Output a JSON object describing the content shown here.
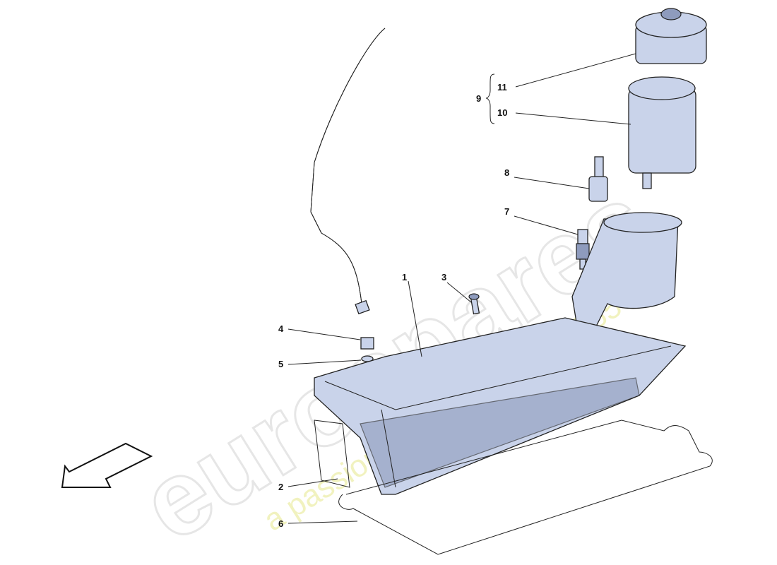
{
  "watermark": {
    "brand": "eurospares",
    "tagline": "a passion for parts since 1985"
  },
  "callouts": [
    {
      "id": "1",
      "label": "1"
    },
    {
      "id": "2",
      "label": "2"
    },
    {
      "id": "3",
      "label": "3"
    },
    {
      "id": "4",
      "label": "4"
    },
    {
      "id": "5",
      "label": "5"
    },
    {
      "id": "6",
      "label": "6"
    },
    {
      "id": "7",
      "label": "7"
    },
    {
      "id": "8",
      "label": "8"
    },
    {
      "id": "9",
      "label": "9"
    },
    {
      "id": "10",
      "label": "10"
    },
    {
      "id": "11",
      "label": "11"
    }
  ],
  "colors": {
    "part_fill": "#c9d3ea",
    "outline": "#222222"
  }
}
